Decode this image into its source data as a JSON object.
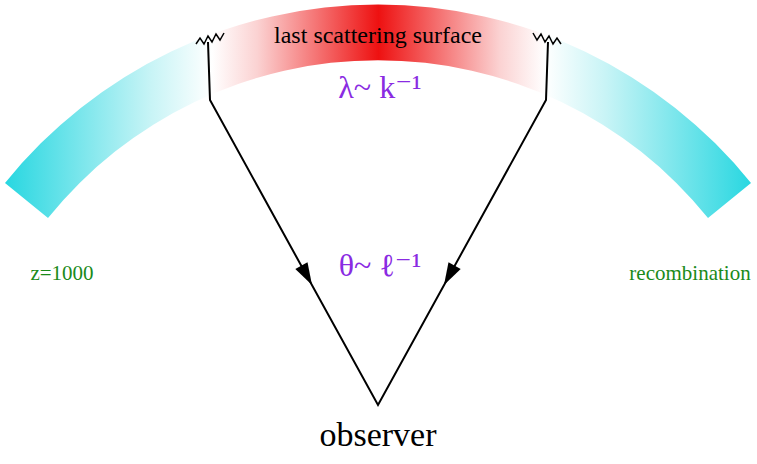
{
  "diagram": {
    "labels": [
      "last scattering surface",
      "λ~ k⁻¹",
      "θ~ ℓ⁻¹",
      "z=1000",
      "recombination",
      "observer"
    ]
  }
}
